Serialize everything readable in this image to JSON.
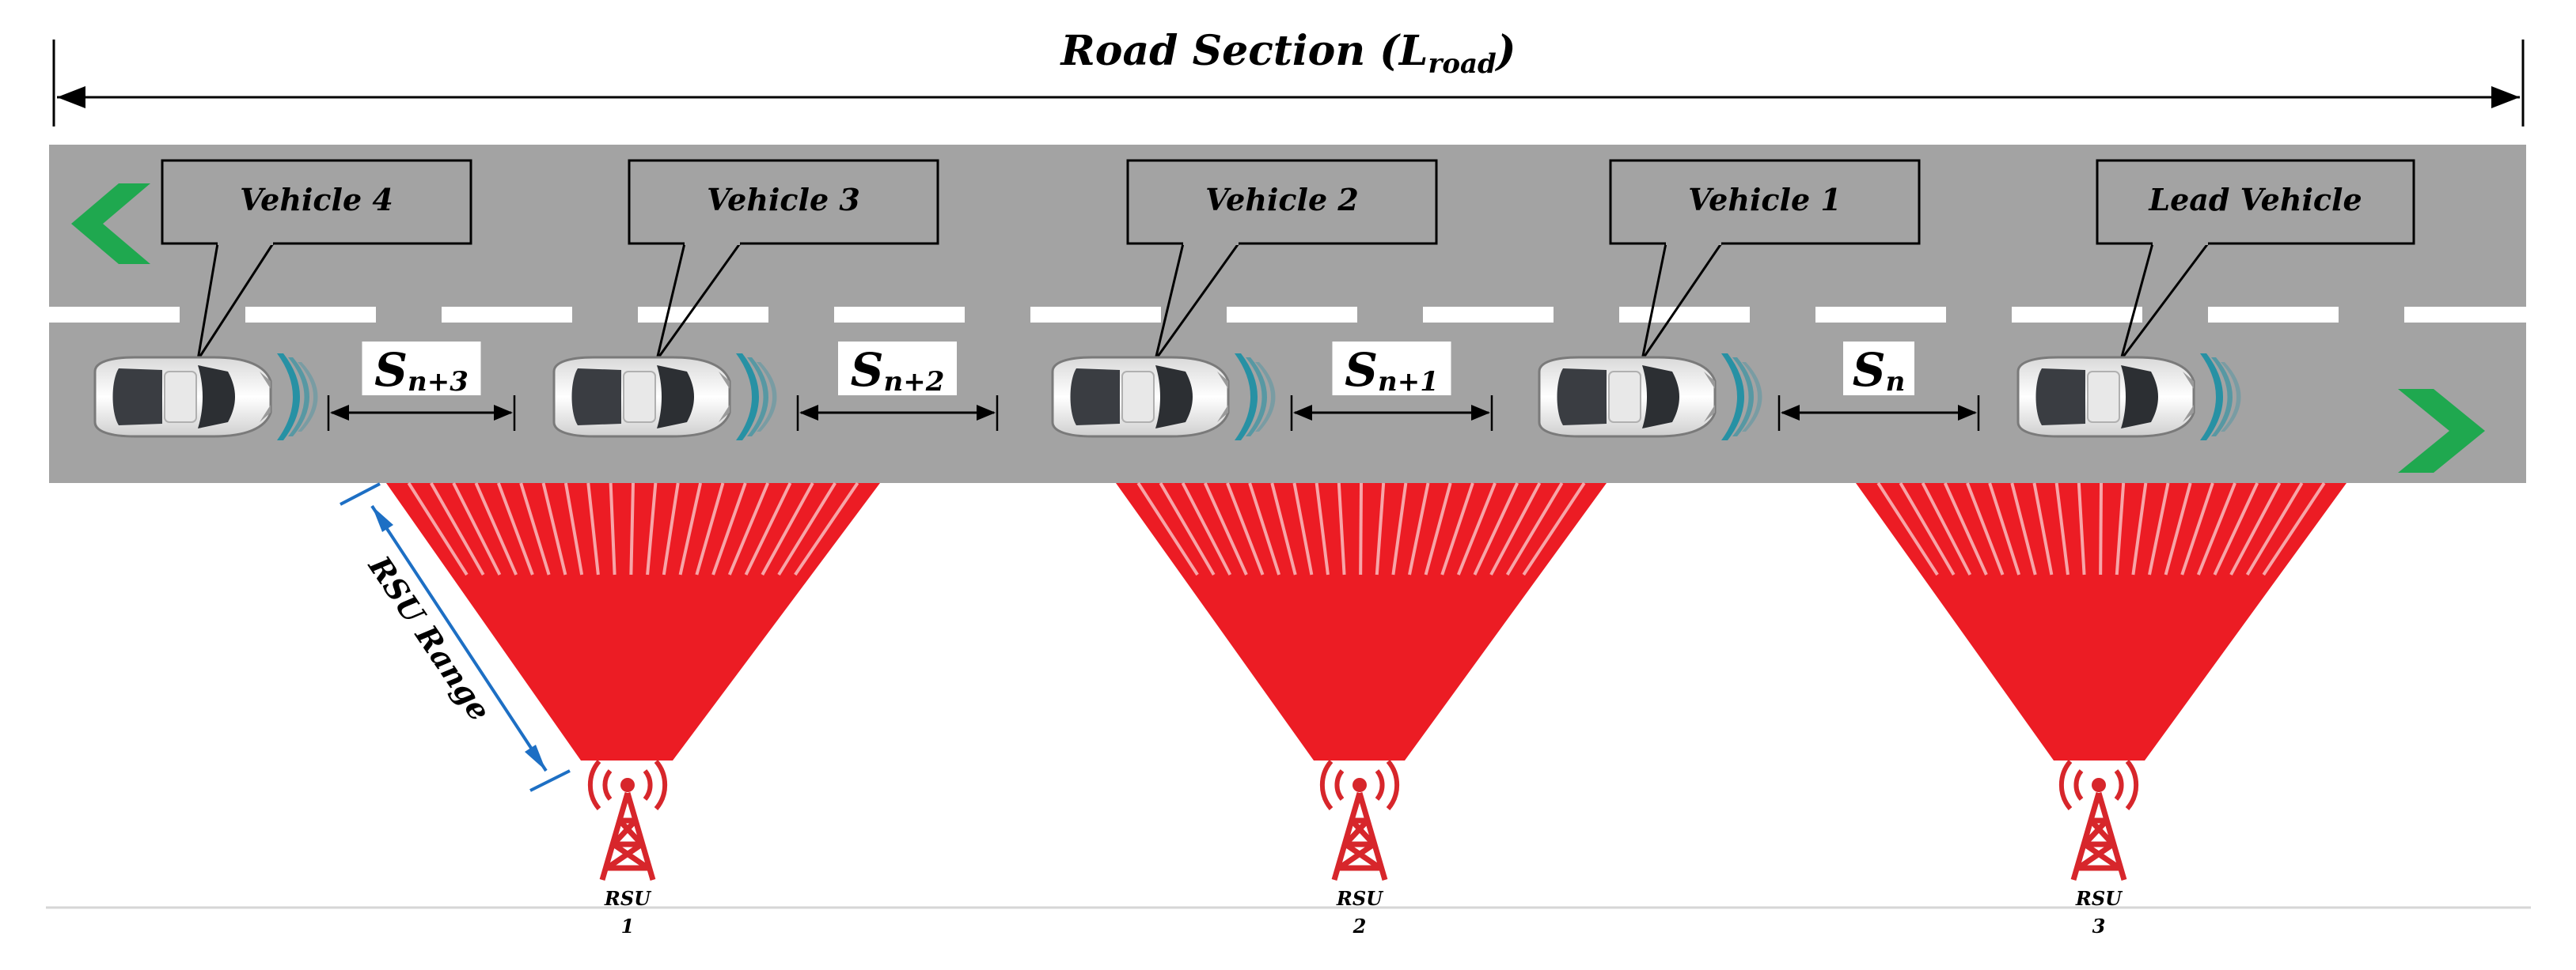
{
  "road_section": {
    "label": "Road Section (L",
    "subscript": "road",
    "label_close": ")"
  },
  "vehicles": [
    {
      "label": "Vehicle 4"
    },
    {
      "label": "Vehicle 3"
    },
    {
      "label": "Vehicle 2"
    },
    {
      "label": "Vehicle 1"
    },
    {
      "label": "Lead Vehicle"
    }
  ],
  "spacings": [
    {
      "base": "S",
      "sub": "n+3"
    },
    {
      "base": "S",
      "sub": "n+2"
    },
    {
      "base": "S",
      "sub": "n+1"
    },
    {
      "base": "S",
      "sub": "n"
    }
  ],
  "rsu_range_label": "RSU Range",
  "rsus": [
    {
      "line1": "RSU",
      "line2": "1"
    },
    {
      "line1": "RSU",
      "line2": "2"
    },
    {
      "line1": "RSU",
      "line2": "3"
    }
  ],
  "colors": {
    "road": "#a3a3a3",
    "lane_marking": "#ffffff",
    "direction_arrow": "#1fa84f",
    "rsu_beam": "#ec1c24",
    "rsu_tower": "#d7262b",
    "range_arrow": "#1d6fc4",
    "car_body": "#f4f4f4",
    "car_window": "#2c2f33",
    "sensor_wave": "#1a8fa4"
  },
  "icons": {
    "left_arrow": "chevron-left-icon",
    "right_arrow": "chevron-right-icon",
    "car": "car-top-view-icon",
    "rsu": "radio-tower-icon"
  }
}
